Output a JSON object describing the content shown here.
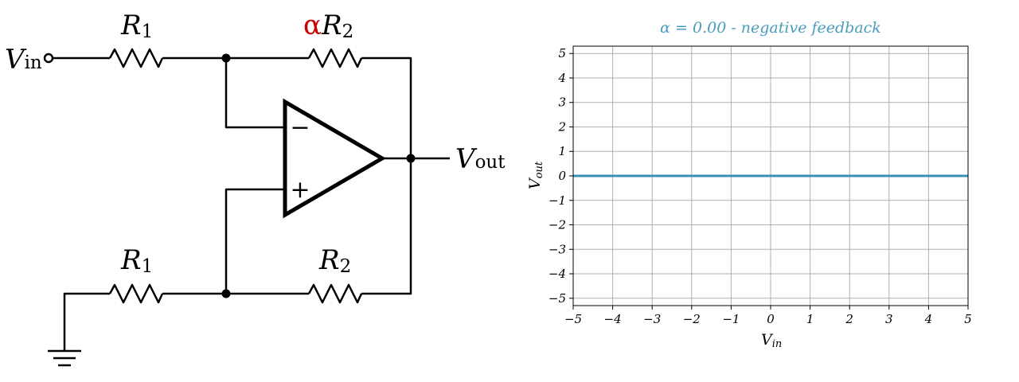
{
  "circuit": {
    "input_label": {
      "main": "V",
      "sub": "in"
    },
    "output_label": {
      "main": "V",
      "sub": "out"
    },
    "top_left_resistor": {
      "main": "R",
      "sub": "1"
    },
    "top_right_resistor": {
      "prefix": "α",
      "main": "R",
      "sub": "2",
      "prefix_color": "#cc0000"
    },
    "bottom_left_resistor": {
      "main": "R",
      "sub": "1"
    },
    "bottom_right_resistor": {
      "main": "R",
      "sub": "2"
    },
    "minus_symbol": "−",
    "plus_symbol": "+"
  },
  "chart_data": {
    "type": "line",
    "title": "α = 0.00 - negative feedback",
    "title_color": "#4a9cbd",
    "xlabel": {
      "main": "V",
      "sub": "in"
    },
    "ylabel": {
      "main": "V",
      "sub": "out"
    },
    "xlim": [
      -5,
      5
    ],
    "ylim": [
      -5.3,
      5.3
    ],
    "xticks": [
      -5,
      -4,
      -3,
      -2,
      -1,
      0,
      1,
      2,
      3,
      4,
      5
    ],
    "yticks": [
      -5,
      -4,
      -3,
      -2,
      -1,
      0,
      1,
      2,
      3,
      4,
      5
    ],
    "xtick_labels": [
      "−5",
      "−4",
      "−3",
      "−2",
      "−1",
      "0",
      "1",
      "2",
      "3",
      "4",
      "5"
    ],
    "ytick_labels": [
      "−5",
      "−4",
      "−3",
      "−2",
      "−1",
      "0",
      "1",
      "2",
      "3",
      "4",
      "5"
    ],
    "grid": true,
    "series": [
      {
        "color": "#3a8fb7",
        "x": [
          -5,
          5
        ],
        "y": [
          0,
          0
        ]
      }
    ]
  }
}
